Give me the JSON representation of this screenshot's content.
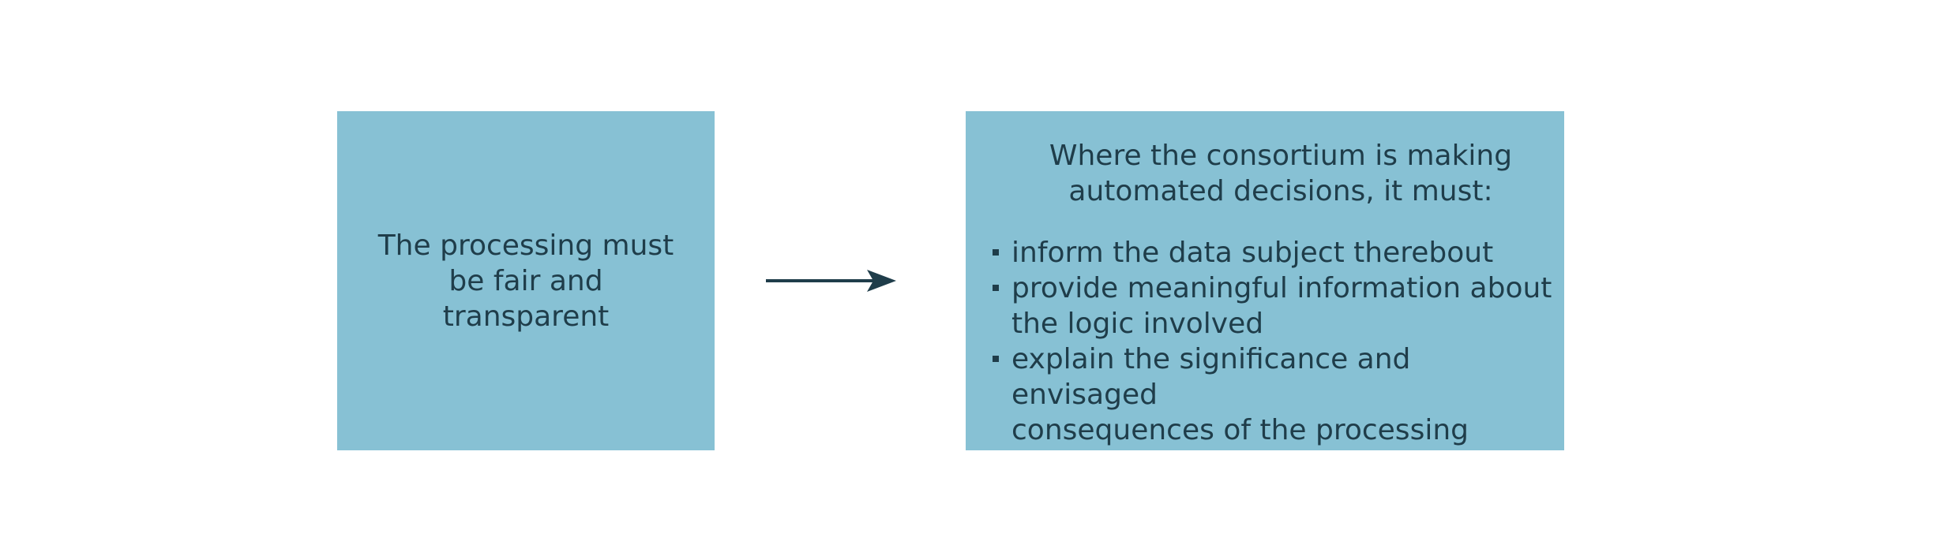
{
  "colors": {
    "box_fill": "#87c1d4",
    "text": "#1f3d4a",
    "arrow": "#1f3d4a",
    "background": "#ffffff"
  },
  "left_box": {
    "lines": [
      "The processing must",
      "be fair and",
      "transparent"
    ]
  },
  "right_box": {
    "heading_lines": [
      "Where the consortium is making",
      "automated decisions, it must:"
    ],
    "bullets": [
      {
        "lines": [
          "inform the data subject therebout"
        ]
      },
      {
        "lines": [
          "provide meaningful information about",
          "the logic involved"
        ]
      },
      {
        "lines": [
          "explain the significance and envisaged",
          "consequences of the processing"
        ]
      }
    ]
  },
  "connector": {
    "icon": "right-arrow-icon"
  }
}
